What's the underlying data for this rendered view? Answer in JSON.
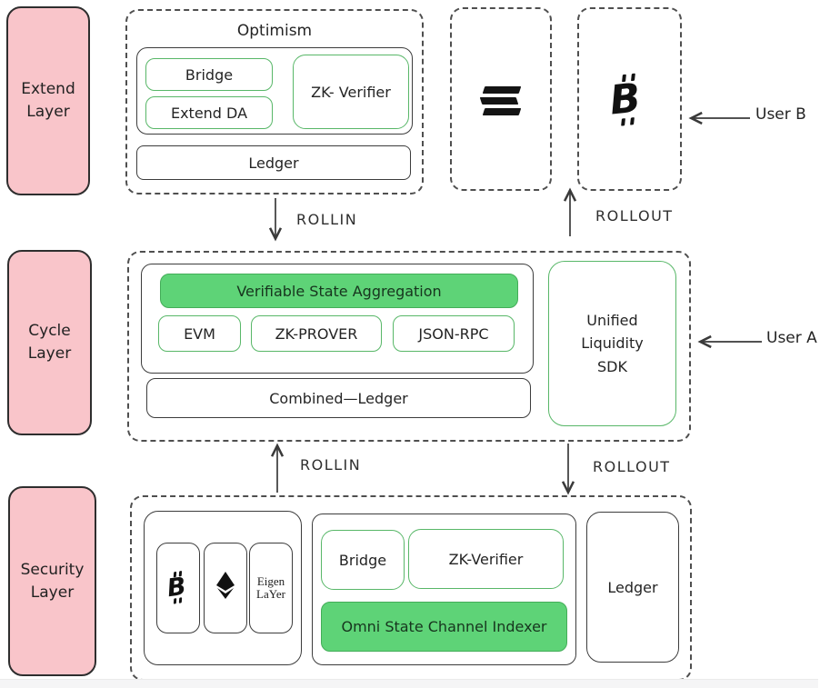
{
  "colors": {
    "layer_pink": "#f9c5ca",
    "accent_green_fill": "#5ed377",
    "accent_green_border": "#58b768",
    "ink": "#2e2e2e"
  },
  "layers": {
    "extend": "Extend\nLayer",
    "cycle": "Cycle\nLayer",
    "security": "Security\nLayer"
  },
  "top": {
    "optimism_title": "Optimism",
    "bridge": "Bridge",
    "extend_da": "Extend DA",
    "zk_verifier": "ZK- Verifier",
    "ledger": "Ledger",
    "bitcoin_glyph": "B",
    "user_b": "User B"
  },
  "flows": {
    "rollin_top": "ROLLIN",
    "rollout_top": "ROLLOUT",
    "rollin_bottom": "ROLLIN",
    "rollout_bottom": "ROLLOUT"
  },
  "cycle": {
    "vsa": "Verifiable State Aggregation",
    "evm": "EVM",
    "zk_prover": "ZK-PROVER",
    "json_rpc": "JSON-RPC",
    "combined_ledger": "Combined—Ledger",
    "sdk": "Unified\nLiquidity\nSDK",
    "user_a": "User A"
  },
  "security": {
    "bitcoin_glyph": "B",
    "eigenlayer": "Eigen\nLaYer",
    "bridge": "Bridge",
    "zk_verifier": "ZK-Verifier",
    "omni": "Omni State Channel Indexer",
    "ledger": "Ledger"
  }
}
